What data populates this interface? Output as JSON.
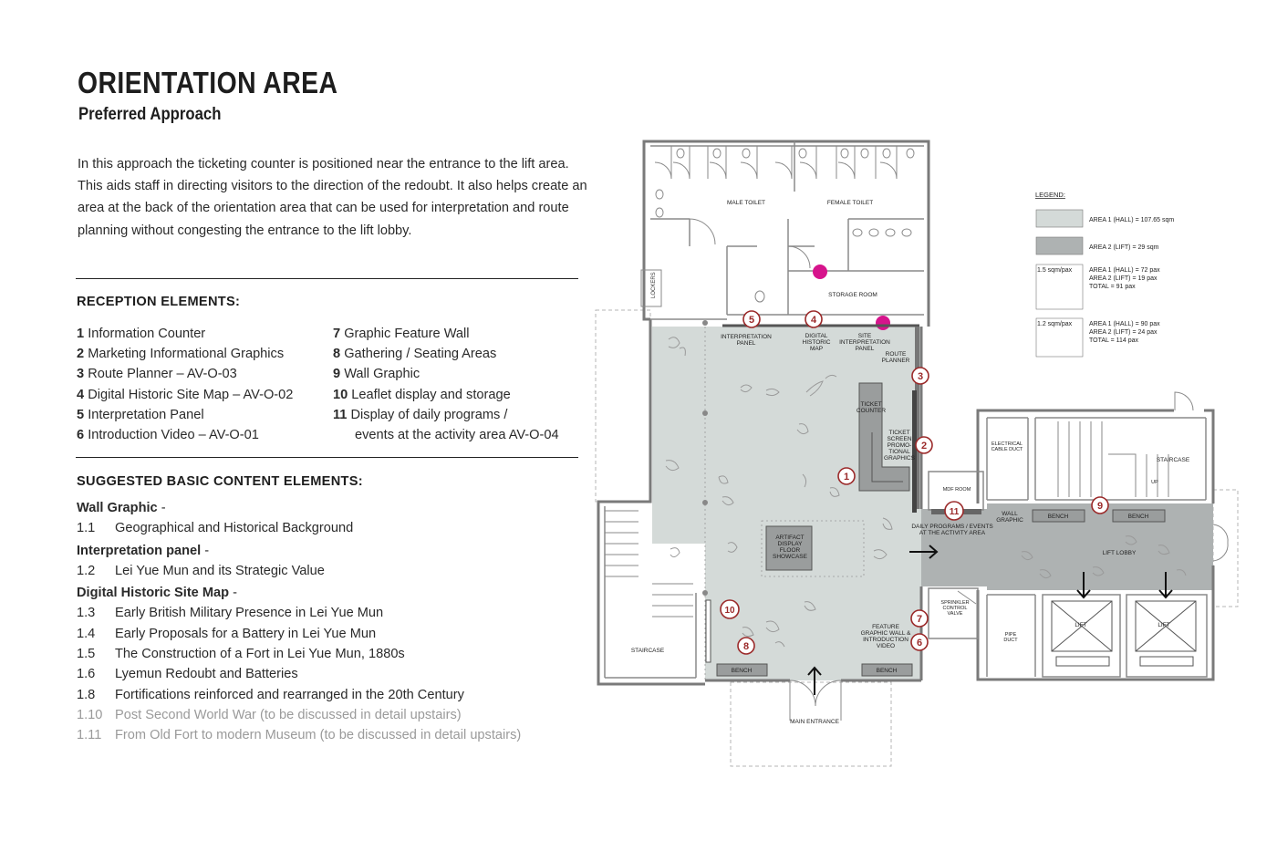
{
  "header": {
    "title": "ORIENTATION AREA",
    "subtitle": "Preferred Approach"
  },
  "intro": "In this approach the ticketing counter is positioned near the entrance to the lift area. This aids staff in directing visitors to the direction of the redoubt. It also helps create an area at the back of the orientation area that can be used for interpretation and route planning without congesting the entrance to the lift lobby.",
  "reception": {
    "heading": "RECEPTION ELEMENTS:",
    "items": [
      {
        "num": "1",
        "label": "Information Counter"
      },
      {
        "num": "2",
        "label": "Marketing Informational Graphics"
      },
      {
        "num": "3",
        "label": "Route Planner – AV-O-03"
      },
      {
        "num": "4",
        "label": "Digital Historic Site Map – AV-O-02"
      },
      {
        "num": "5",
        "label": "Interpretation Panel"
      },
      {
        "num": "6",
        "label": "Introduction Video – AV-O-01"
      },
      {
        "num": "7",
        "label": "Graphic Feature Wall"
      },
      {
        "num": "8",
        "label": "Gathering / Seating Areas"
      },
      {
        "num": "9",
        "label": "Wall Graphic"
      },
      {
        "num": "10",
        "label": "Leaflet display and storage"
      },
      {
        "num": "11",
        "label": "Display of daily programs /"
      },
      {
        "num": "",
        "label": "events at the activity area AV-O-04"
      }
    ]
  },
  "content": {
    "heading": "SUGGESTED BASIC CONTENT ELEMENTS:",
    "groups": [
      {
        "title": "Wall Graphic",
        "dash": " -",
        "items": [
          {
            "num": "1.1",
            "label": "Geographical and Historical Background",
            "muted": false
          }
        ]
      },
      {
        "title": "Interpretation panel",
        "dash": " -",
        "items": [
          {
            "num": "1.2",
            "label": "Lei Yue Mun and its Strategic Value",
            "muted": false
          }
        ]
      },
      {
        "title": "Digital Historic Site Map",
        "dash": " -",
        "items": [
          {
            "num": "1.3",
            "label": "Early British Military Presence in Lei Yue Mun",
            "muted": false
          },
          {
            "num": "1.4",
            "label": "Early Proposals for a Battery in Lei Yue Mun",
            "muted": false
          },
          {
            "num": "1.5",
            "label": "The Construction of a Fort in Lei Yue Mun, 1880s",
            "muted": false
          },
          {
            "num": "1.6",
            "label": "Lyemun Redoubt and Batteries",
            "muted": false
          },
          {
            "num": "1.8",
            "label": "Fortifications reinforced and rearranged in the 20th Century",
            "muted": false
          },
          {
            "num": "1.10",
            "label": "Post Second World War (to be discussed in detail upstairs)",
            "muted": true
          },
          {
            "num": "1.11",
            "label": "From Old Fort to modern Museum (to be discussed in detail upstairs)",
            "muted": true
          }
        ]
      }
    ]
  },
  "plan": {
    "rooms": {
      "male_toilet": "MALE TOILET",
      "female_toilet": "FEMALE TOILET",
      "storage_room": "STORAGE ROOM",
      "lockers": "LOCKERS",
      "interpretation_panel": [
        "INTERPRETATION",
        "PANEL"
      ],
      "digital_map": [
        "DIGITAL",
        "HISTORIC",
        "MAP"
      ],
      "site_panel": [
        "SITE",
        "INTERPRETATION",
        "PANEL"
      ],
      "route_planner": [
        "ROUTE",
        "PLANNER"
      ],
      "ticket_counter": [
        "TICKET",
        "COUNTER"
      ],
      "ticket_screen": [
        "TICKET",
        "SCREEN",
        "PROMO-",
        "TIONAL",
        "GRAPHICS"
      ],
      "electrical": [
        "ELECTRICAL",
        "CABLE DUCT"
      ],
      "staircase_right": "STAIRCASE",
      "up": "UP",
      "mdf_room": "MDF ROOM",
      "daily_programs": [
        "DAILY PROGRAMS / EVENTS",
        "AT THE ACTIVITY AREA"
      ],
      "wall_graphic": [
        "WALL",
        "GRAPHIC"
      ],
      "bench": "BENCH",
      "lift_lobby": "LIFT LOBBY",
      "artifact": [
        "ARTIFACT",
        "DISPLAY",
        "FLOOR",
        "SHOWCASE"
      ],
      "sprinkler": [
        "SPRINKLER",
        "CONTROL",
        "VALVE"
      ],
      "pipe_duct": [
        "PIPE",
        "DUCT"
      ],
      "lift": "LIFT",
      "feature_wall": [
        "FEATURE",
        "GRAPHIC WALL &",
        "INTRODUCTION",
        "VIDEO"
      ],
      "staircase_left": "STAIRCASE",
      "main_entrance": "MAIN ENTRANCE"
    },
    "markers": [
      "1",
      "2",
      "3",
      "4",
      "5",
      "6",
      "7",
      "8",
      "9",
      "10",
      "11"
    ],
    "legend": {
      "title": "LEGEND:",
      "area1": "AREA 1 (HALL) = 107.65 sqm",
      "area2": "AREA 2 (LIFT) = 29 sqm",
      "density1_label": "1.5 sqm/pax",
      "density1_lines": [
        "AREA 1 (HALL) = 72 pax",
        "AREA 2 (LIFT) = 19 pax",
        "TOTAL = 91 pax"
      ],
      "density2_label": "1.2 sqm/pax",
      "density2_lines": [
        "AREA 1 (HALL) = 90 pax",
        "AREA 2 (LIFT) = 24 pax",
        "TOTAL = 114 pax"
      ]
    },
    "colors": {
      "hall": "#d4dad8",
      "lift_area": "#aeb2b2",
      "marker": "#9b2a2a",
      "pink": "#d6148c",
      "wall": "#7a7a7a"
    }
  }
}
